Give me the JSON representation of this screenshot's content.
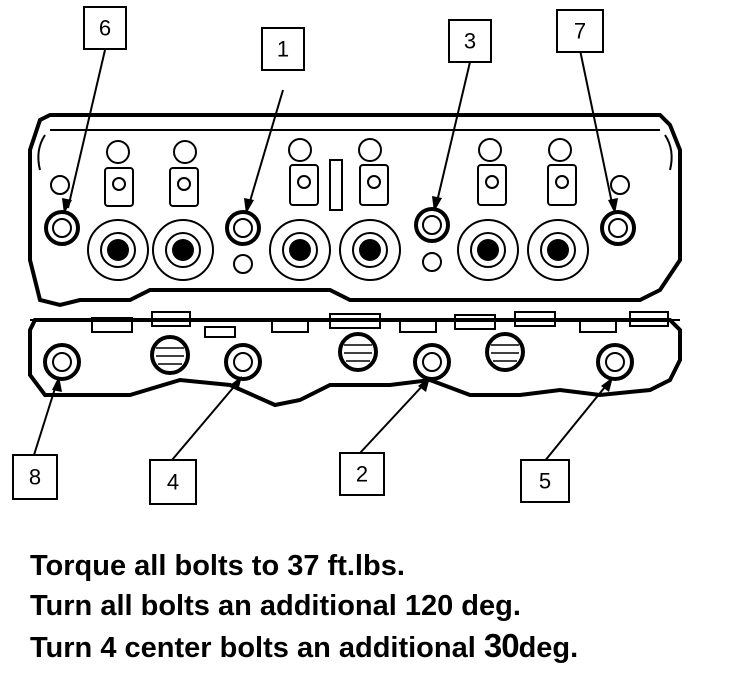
{
  "labels": {
    "l1": "1",
    "l2": "2",
    "l3": "3",
    "l4": "4",
    "l5": "5",
    "l6": "6",
    "l7": "7",
    "l8": "8"
  },
  "instructions": {
    "line1": "Torque all bolts to 37 ft.lbs.",
    "line2": "Turn all bolts an additional 120 deg.",
    "line3_pre": "Turn 4 center bolts an additional ",
    "line3_value": "30",
    "line3_unit": "deg."
  }
}
